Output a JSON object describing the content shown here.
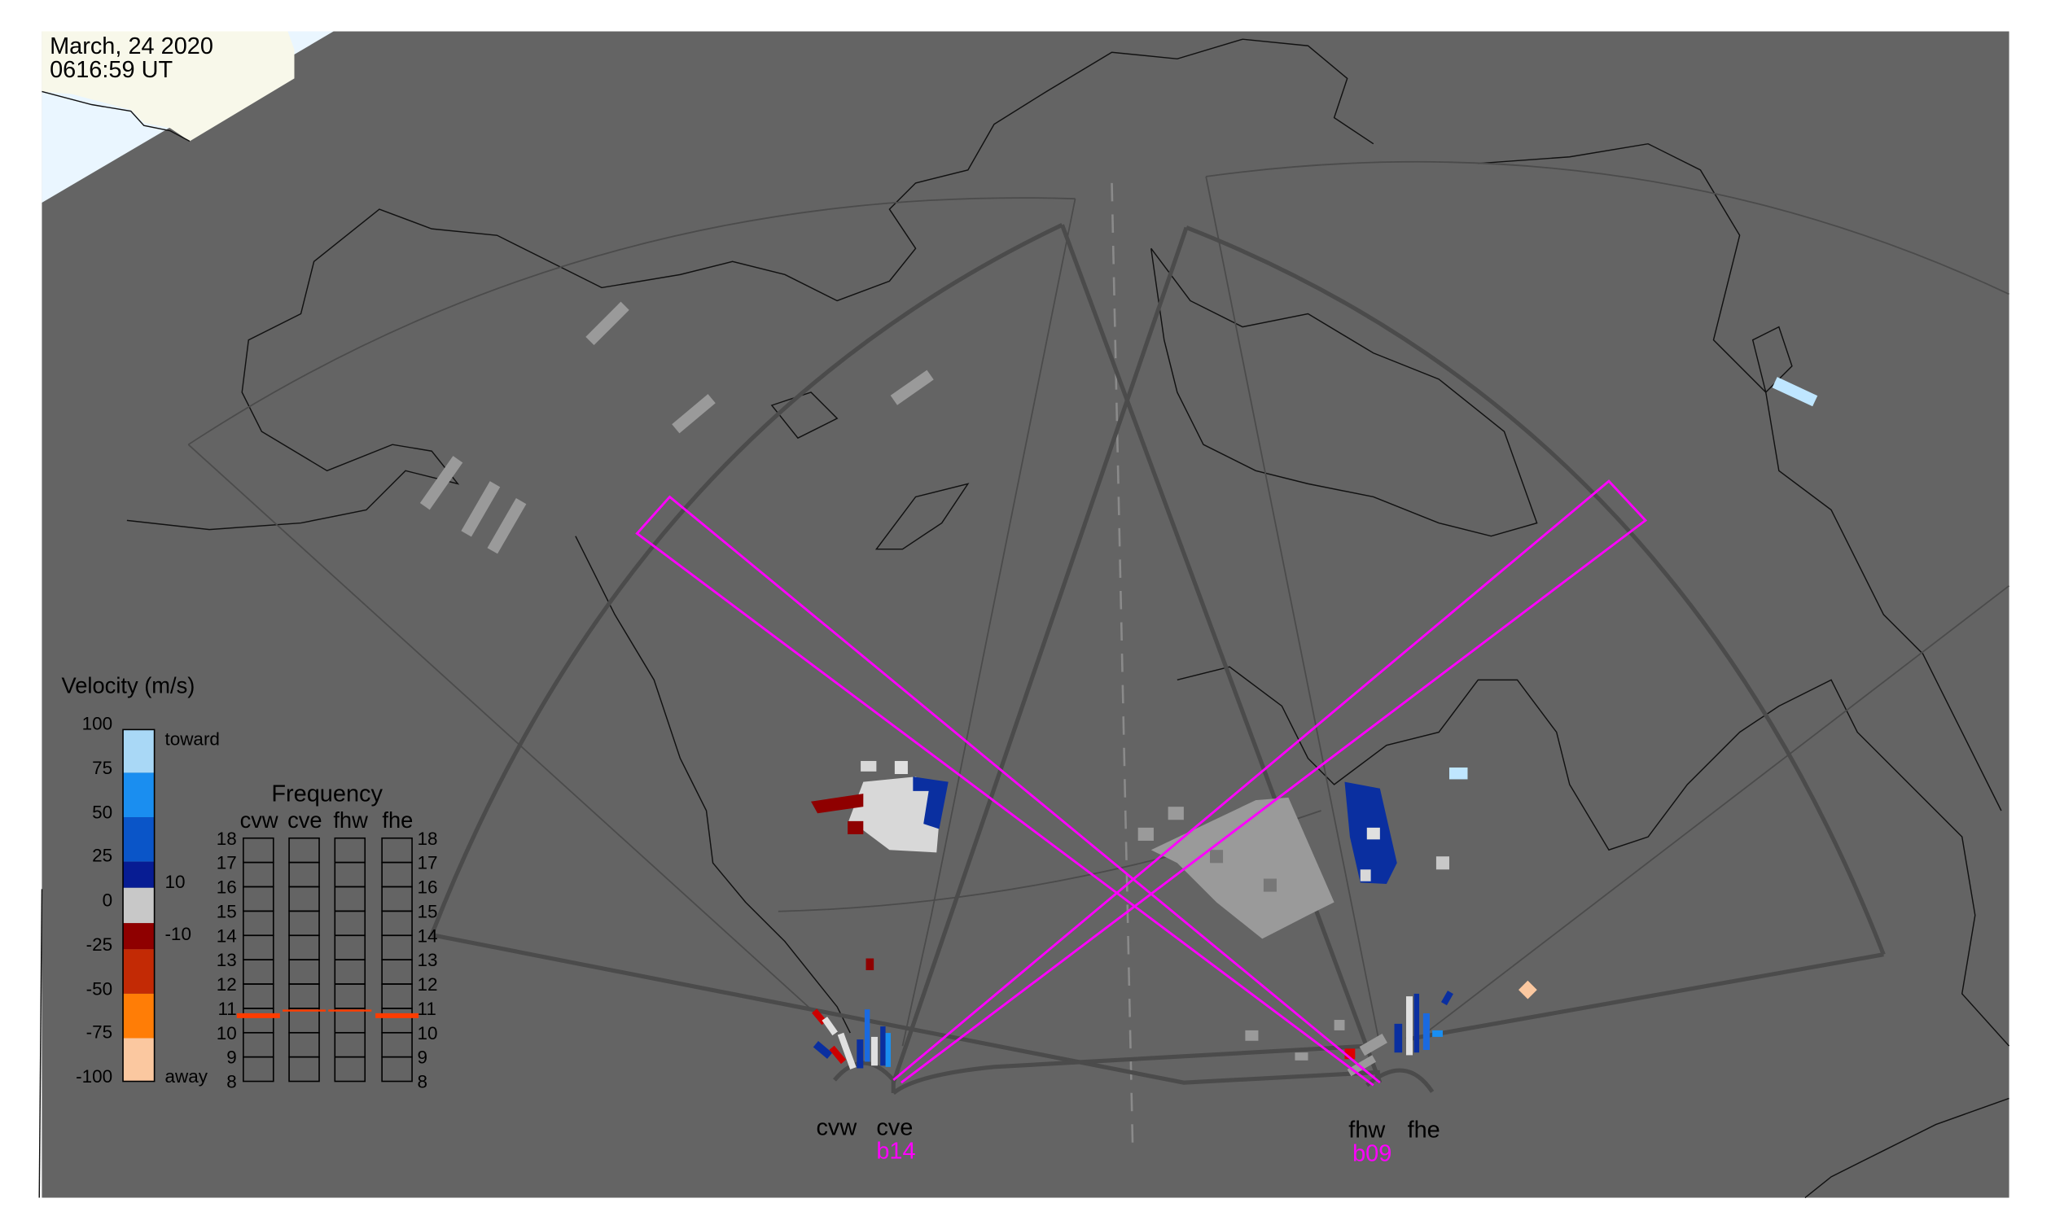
{
  "header": {
    "date": "March, 24 2020",
    "time": "0616:59 UT"
  },
  "velocity_legend": {
    "title": "Velocity (m/s)",
    "ticks": [
      "100",
      "75",
      "50",
      "25",
      "0",
      "-25",
      "-50",
      "-75",
      "-100"
    ],
    "side_labels": {
      "toward": "toward",
      "pos_threshold": "10",
      "neg_threshold": "-10",
      "away": "away"
    },
    "colors": [
      "#a9d8f6",
      "#1a8ef0",
      "#0a55c8",
      "#071c93",
      "#c8c8c8",
      "#8f0000",
      "#c32a05",
      "#ff7d06",
      "#fbc8a0"
    ]
  },
  "frequency_panel": {
    "title": "Frequency",
    "radars": [
      "cvw",
      "cve",
      "fhw",
      "fhe"
    ],
    "ticks": [
      "18",
      "17",
      "16",
      "15",
      "14",
      "13",
      "12",
      "11",
      "10",
      "9",
      "8"
    ],
    "unit_range_mhz": [
      8,
      18
    ],
    "bands_mhz": [
      {
        "radar": "cvw",
        "low": 10.6,
        "high": 10.8
      },
      {
        "radar": "cve",
        "low": 10.9,
        "high": 10.95
      },
      {
        "radar": "fhw",
        "low": 10.9,
        "high": 10.95
      },
      {
        "radar": "fhe",
        "low": 10.6,
        "high": 10.8
      }
    ],
    "band_color": "#ff3c00"
  },
  "radar_labels": {
    "cvw": "cvw",
    "cve": "cve",
    "fhw": "fhw",
    "fhe": "fhe",
    "beam_left": "b14",
    "beam_right": "b09"
  },
  "colors": {
    "map_bg": "#646464",
    "beam": "#ff00ff",
    "scatter": "#9a9a9a"
  }
}
